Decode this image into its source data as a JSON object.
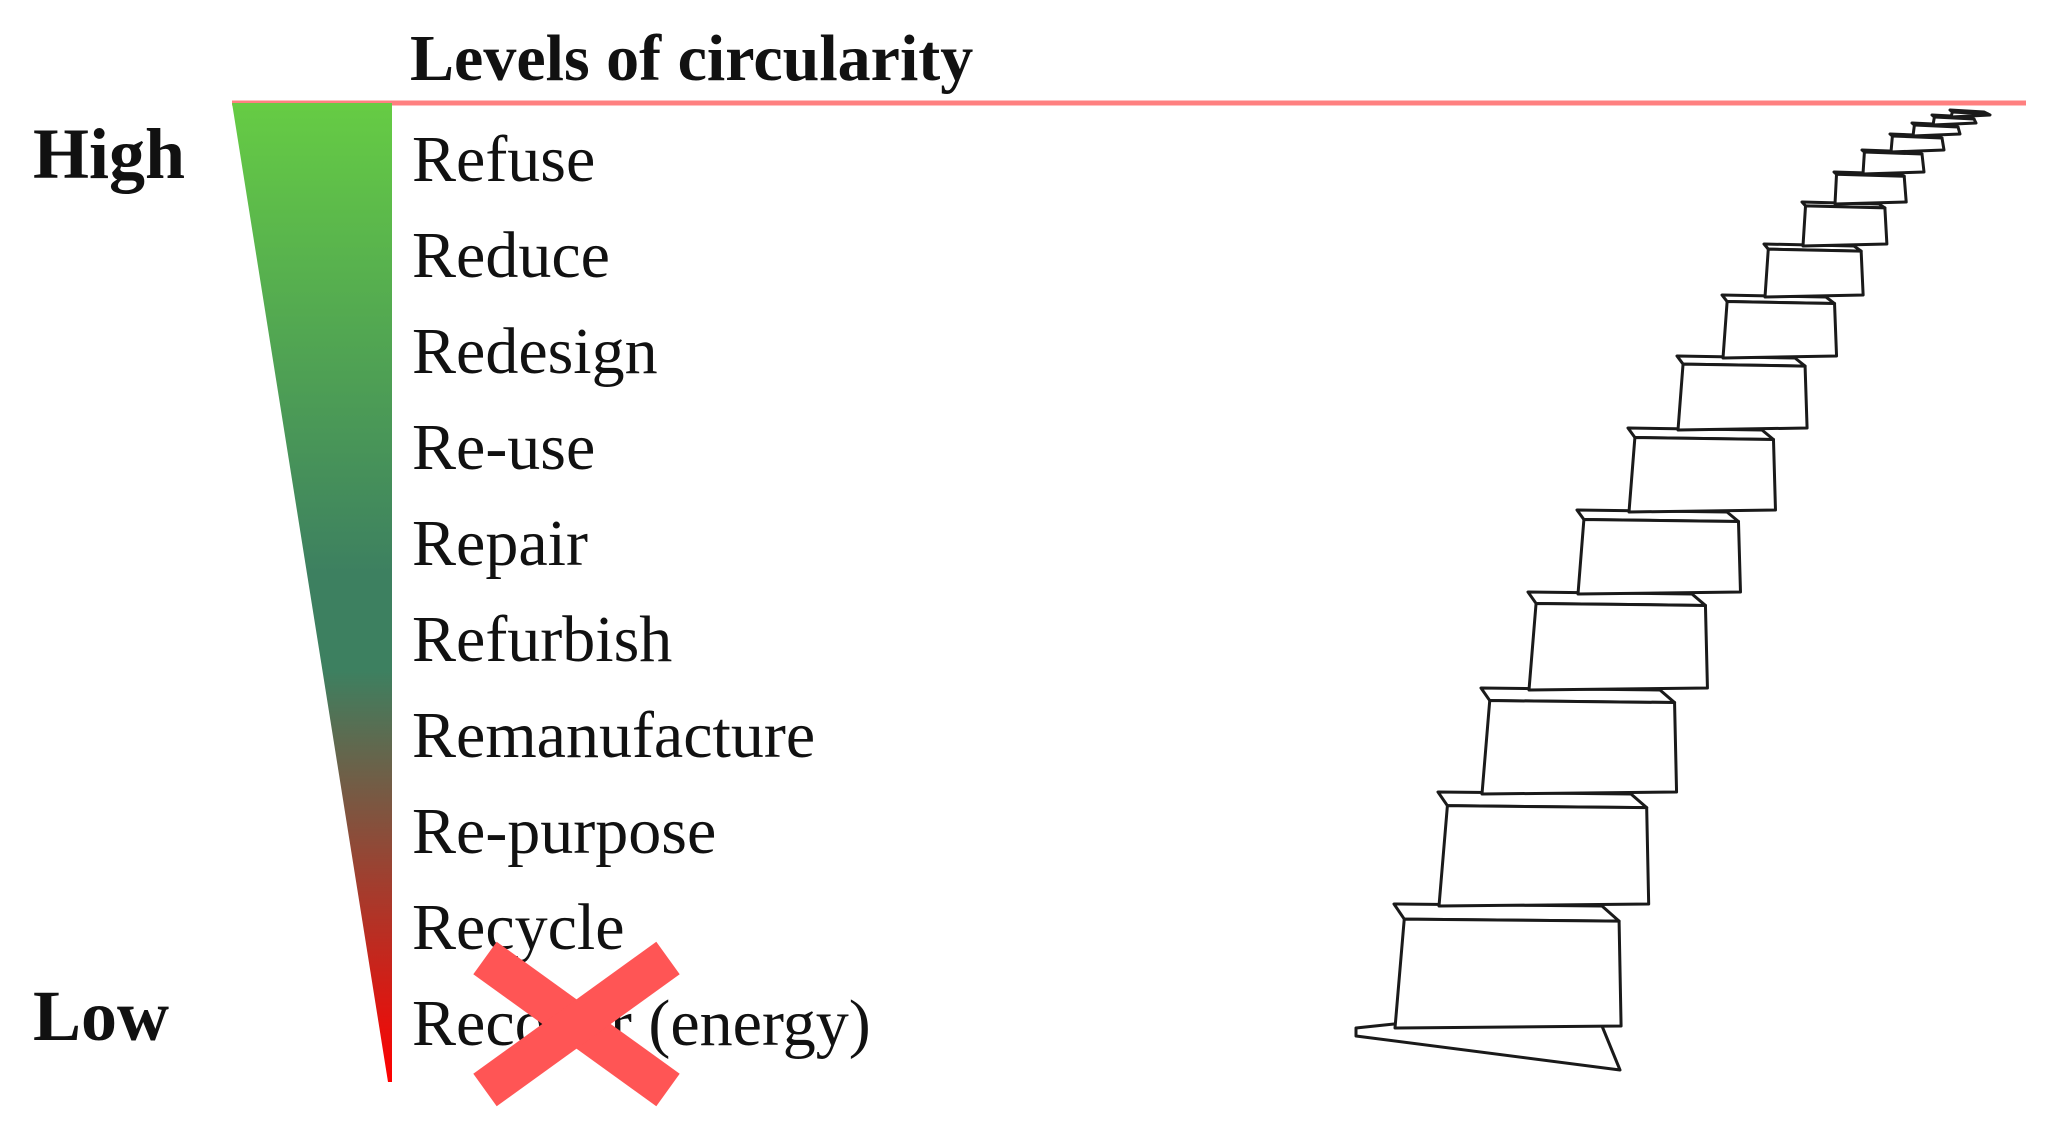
{
  "title": "Levels of circularity",
  "scale": {
    "high_label": "High",
    "low_label": "Low"
  },
  "levels": [
    {
      "label": "Refuse"
    },
    {
      "label": "Reduce"
    },
    {
      "label": "Redesign"
    },
    {
      "label": "Re-use"
    },
    {
      "label": "Repair"
    },
    {
      "label": "Refurbish"
    },
    {
      "label": "Remanufacture"
    },
    {
      "label": "Re-purpose"
    },
    {
      "label": "Recycle"
    },
    {
      "label": "Recover (energy)",
      "crossed_out": true
    }
  ],
  "colors": {
    "title_rule": "#ff8080",
    "gradient_top": "#66cc44",
    "gradient_middle": "#3d8060",
    "gradient_bottom": "#ff0000",
    "cross_mark": "#ff5555",
    "text": "#111111",
    "stair_outline": "#1a1a1a"
  },
  "icons": {
    "cross": "cross-out-mark",
    "wedge": "circularity-gradient-wedge",
    "stairs": "staircase-illustration"
  }
}
